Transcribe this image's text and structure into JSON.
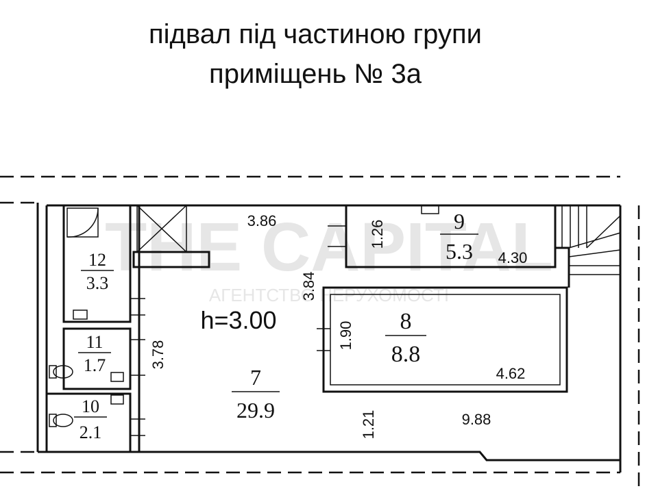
{
  "title": {
    "line1": "підвал під частиною групи",
    "line2": "приміщень № 3а"
  },
  "height_label": "h=3.00",
  "rooms": [
    {
      "number": "12",
      "area": "3.3"
    },
    {
      "number": "11",
      "area": "1.7"
    },
    {
      "number": "10",
      "area": "2.1"
    },
    {
      "number": "7",
      "area": "29.9"
    },
    {
      "number": "9",
      "area": "5.3"
    },
    {
      "number": "8",
      "area": "8.8"
    }
  ],
  "dimensions": {
    "d_3_86": "3.86",
    "d_1_26": "1.26",
    "d_4_30": "4.30",
    "d_3_84": "3.84",
    "d_1_90": "1.90",
    "d_4_62": "4.62",
    "d_3_78": "3.78",
    "d_1_21": "1.21",
    "d_9_88": "9.88"
  },
  "watermark": {
    "brand": "THE CAPITAL",
    "subtitle": "АГЕНТСТВО НЕРУХОМОСТІ"
  }
}
